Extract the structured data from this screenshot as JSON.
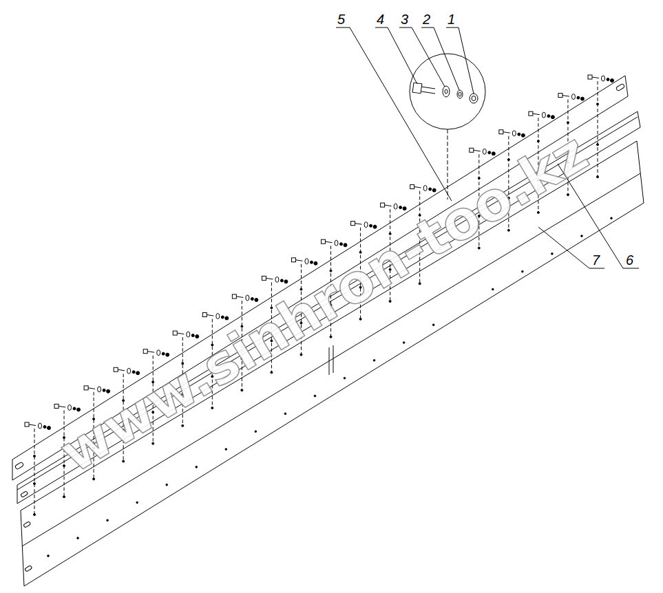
{
  "diagram": {
    "labels": [
      "5",
      "4",
      "3",
      "2",
      "1",
      "7",
      "6",
      "www.sinhron-too.kz"
    ]
  }
}
